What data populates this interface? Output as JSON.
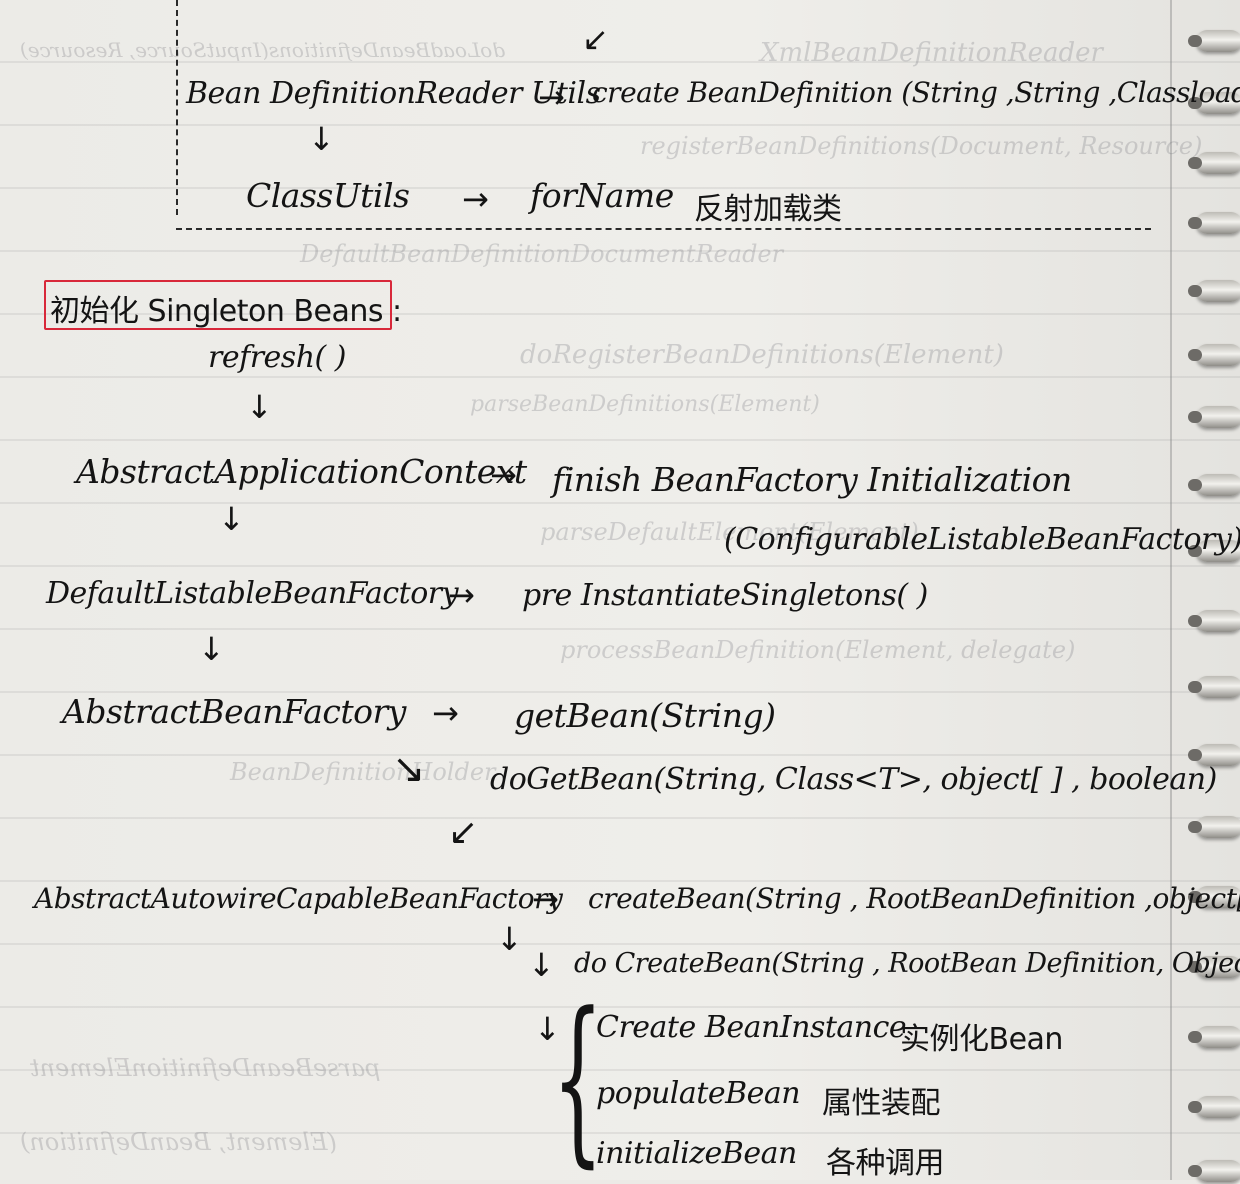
{
  "ghost_lines": [
    "XmlBeanDefinitionReader",
    "doLoadBeanDefinitions(InputSource, Resource)",
    "registerBeanDefinitions(Document, Resource)",
    "DefaultBeanDefinitionDocumentReader",
    "doRegisterBeanDefinitions(Element)",
    "parseBeanDefinitions(Element)",
    "parseDefaultElement(Element)",
    "processBeanDefinition(Element, delegate)",
    "BeanDefinitionHolder",
    "parseBeanDefinitionElement",
    "(Element, BeanDefinition)"
  ],
  "section_top": {
    "reader_utils": "Bean DefinitionReader Utils",
    "reader_utils_call": "create BeanDefinition (String ,String ,Classloader)",
    "class_utils": "ClassUtils",
    "class_utils_call": "forName",
    "class_utils_note": "反射加载类"
  },
  "section_title": "初始化 Singleton Beans :",
  "flow": {
    "refresh": "refresh( )",
    "abstract_app_ctx": "AbstractApplicationContext",
    "finish_init": "finish BeanFactory Initialization",
    "finish_init_param": "(ConfigurableListableBeanFactory)",
    "default_listable": "DefaultListableBeanFactory",
    "pre_instantiate": "pre InstantiateSingletons( )",
    "abstract_bean_factory": "AbstractBeanFactory",
    "get_bean": "getBean(String)",
    "do_get_bean": "doGetBean(String, Class<T>, object[ ] , boolean)",
    "autowire_factory": "AbstractAutowireCapableBeanFactory",
    "create_bean": "createBean(String , RootBeanDefinition ,object[ ] )",
    "do_create_bean": "do CreateBean(String , RootBean Definition, Object[ ])",
    "steps": [
      {
        "method": "Create BeanInstance",
        "note": "实例化Bean"
      },
      {
        "method": "populateBean",
        "note": "属性装配"
      },
      {
        "method": "initializeBean",
        "note": "各种调用"
      }
    ]
  },
  "icons": {
    "arrow_right": "→",
    "arrow_down": "↓",
    "arrow_diag_down_right": "↘",
    "arrow_diag_down_left": "↙"
  },
  "colors": {
    "ink": "#141414",
    "highlight_box": "#d8283a",
    "paper": "#eceae6"
  }
}
